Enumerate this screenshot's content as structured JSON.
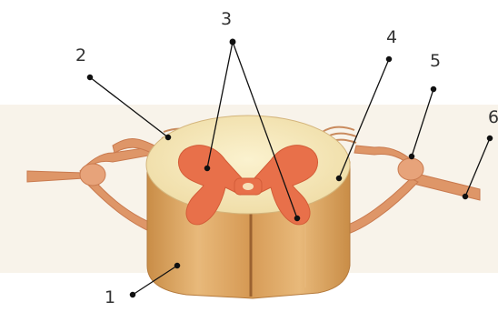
{
  "diagram": {
    "labels": {
      "l1": "1",
      "l2": "2",
      "l3": "3",
      "l4": "4",
      "l5": "5",
      "l6": "6"
    },
    "colors": {
      "background": "#ffffff",
      "halo": "#f3ead8",
      "white_matter": "#f6eabc",
      "gray_matter": "#e8704a",
      "cord_side": "#d9a35e",
      "nerve": "#de9668",
      "label_line": "#111111"
    }
  }
}
